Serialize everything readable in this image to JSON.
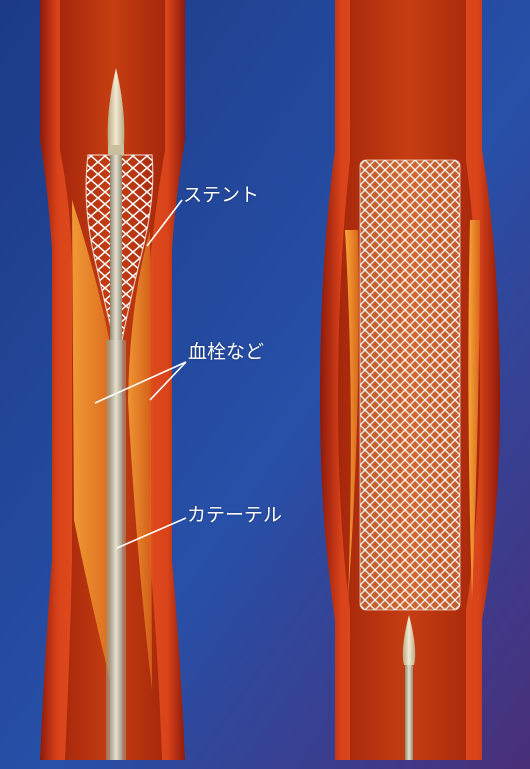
{
  "labels": {
    "stent": "ステント",
    "clot": "血栓など",
    "catheter": "カテーテル"
  },
  "colors": {
    "background": "#1f3f8a",
    "vessel_wall": "#cf3a16",
    "plaque": "#f08a1e",
    "mesh": "#f2f2f2",
    "catheter": "#d8d0b8"
  }
}
